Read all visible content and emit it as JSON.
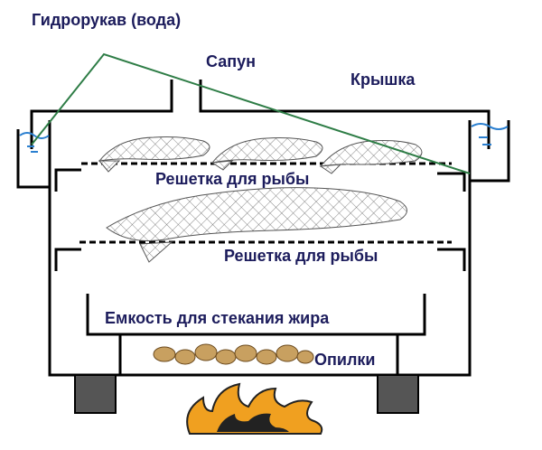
{
  "labels": {
    "hydro_seal": "Гидрорукав (вода)",
    "vent": "Сапун",
    "lid": "Крышка",
    "grate_top": "Решетка для рыбы",
    "grate_bottom": "Решетка для рыбы",
    "drip_tray": "Емкость для стекания жира",
    "sawdust": "Опилки"
  },
  "colors": {
    "text": "#1c1c5c",
    "line": "#000000",
    "pointer": "#2e7d46",
    "water": "#2a7fd0",
    "fire": "#f0a020"
  }
}
